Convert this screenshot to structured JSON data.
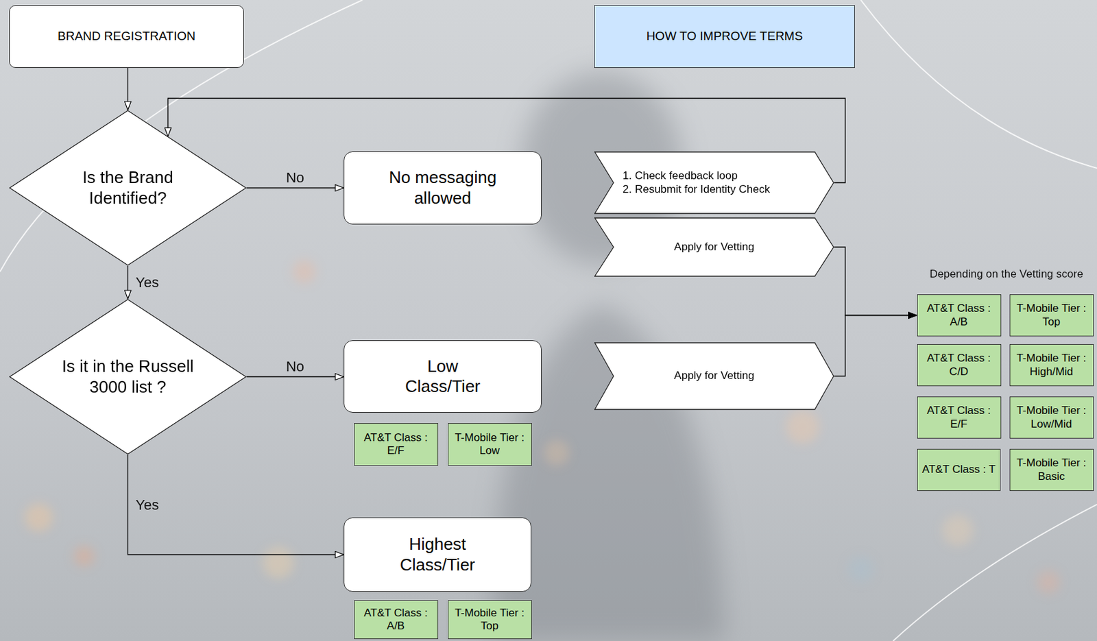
{
  "diagram": {
    "nodes": [
      {
        "text": [
          "BRAND REGISTRATION"
        ]
      },
      {
        "text": [
          "HOW TO IMPROVE TERMS"
        ]
      },
      {
        "text": [
          "Is the Brand Identified?"
        ]
      },
      {
        "text": [
          "No messaging allowed"
        ]
      },
      {
        "text": [
          "1. Check feedback loop",
          "2. Resubmit for Identity Check"
        ]
      },
      {
        "text": [
          "Apply for Vetting"
        ]
      },
      {
        "text": [
          "Is it in the Russell 3000 list ?"
        ]
      },
      {
        "text": [
          "Low Class/Tier"
        ]
      },
      {
        "text": [
          "AT&T Class : E/F"
        ]
      },
      {
        "text": [
          "T-Mobile Tier : Low"
        ]
      },
      {
        "text": [
          "Apply for Vetting"
        ]
      },
      {
        "text": [
          "Highest Class/Tier"
        ]
      },
      {
        "text": [
          "AT&T Class : A/B"
        ]
      },
      {
        "text": [
          "T-Mobile Tier : Top"
        ]
      },
      {
        "text": [
          "AT&T Class : A/B"
        ]
      },
      {
        "text": [
          "T-Mobile Tier : Top"
        ]
      },
      {
        "text": [
          "AT&T Class : C/D"
        ]
      },
      {
        "text": [
          "T-Mobile Tier : High/Mid"
        ]
      },
      {
        "text": [
          "AT&T Class : E/F"
        ]
      },
      {
        "text": [
          "T-Mobile Tier : Low/Mid"
        ]
      },
      {
        "text": [
          "AT&T Class : T"
        ]
      },
      {
        "text": [
          "T-Mobile Tier : Basic"
        ]
      }
    ],
    "edges": [
      {
        "from": 0,
        "to": 2,
        "arrow": "to"
      },
      {
        "from": 2,
        "to": 3,
        "label": "No",
        "arrow": "to"
      },
      {
        "from": 2,
        "to": 6,
        "label": "Yes",
        "arrow": "to"
      },
      {
        "from": 6,
        "to": 7,
        "label": "No",
        "arrow": "to"
      },
      {
        "from": 6,
        "to": 11,
        "label": "Yes",
        "arrow": "to"
      },
      {
        "from": 4,
        "to": 2,
        "arrow": "to"
      },
      {
        "from": 5,
        "to": 14,
        "arrow": "to"
      },
      {
        "from": 10,
        "to": 14,
        "arrow": "to"
      }
    ],
    "labels": [
      "Depending on the Vetting score"
    ]
  }
}
